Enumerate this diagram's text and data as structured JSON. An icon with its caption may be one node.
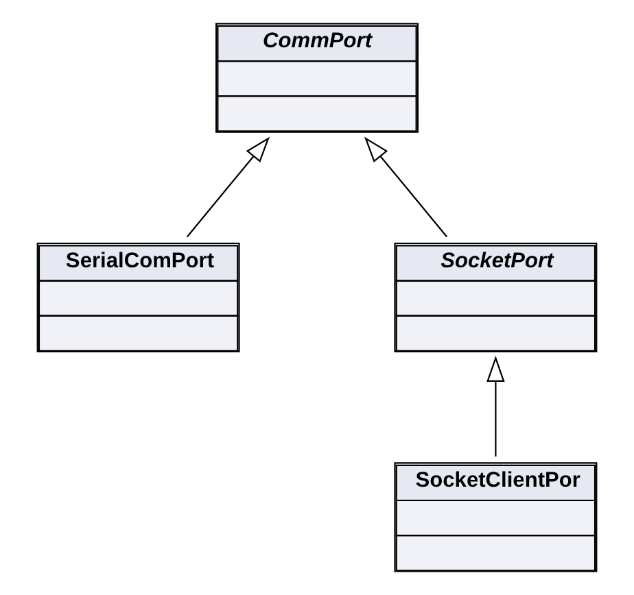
{
  "diagram": {
    "nodes": [
      {
        "text": [
          "CommPort"
        ]
      },
      {
        "text": [
          "SerialComPort"
        ]
      },
      {
        "text": [
          "SocketPort"
        ]
      },
      {
        "text": [
          "SocketClientPor"
        ]
      }
    ],
    "edges": [
      {
        "from": 1,
        "to": 0,
        "arrow": "to"
      },
      {
        "from": 2,
        "to": 0,
        "arrow": "to"
      },
      {
        "from": 3,
        "to": 2,
        "arrow": "to"
      }
    ]
  }
}
